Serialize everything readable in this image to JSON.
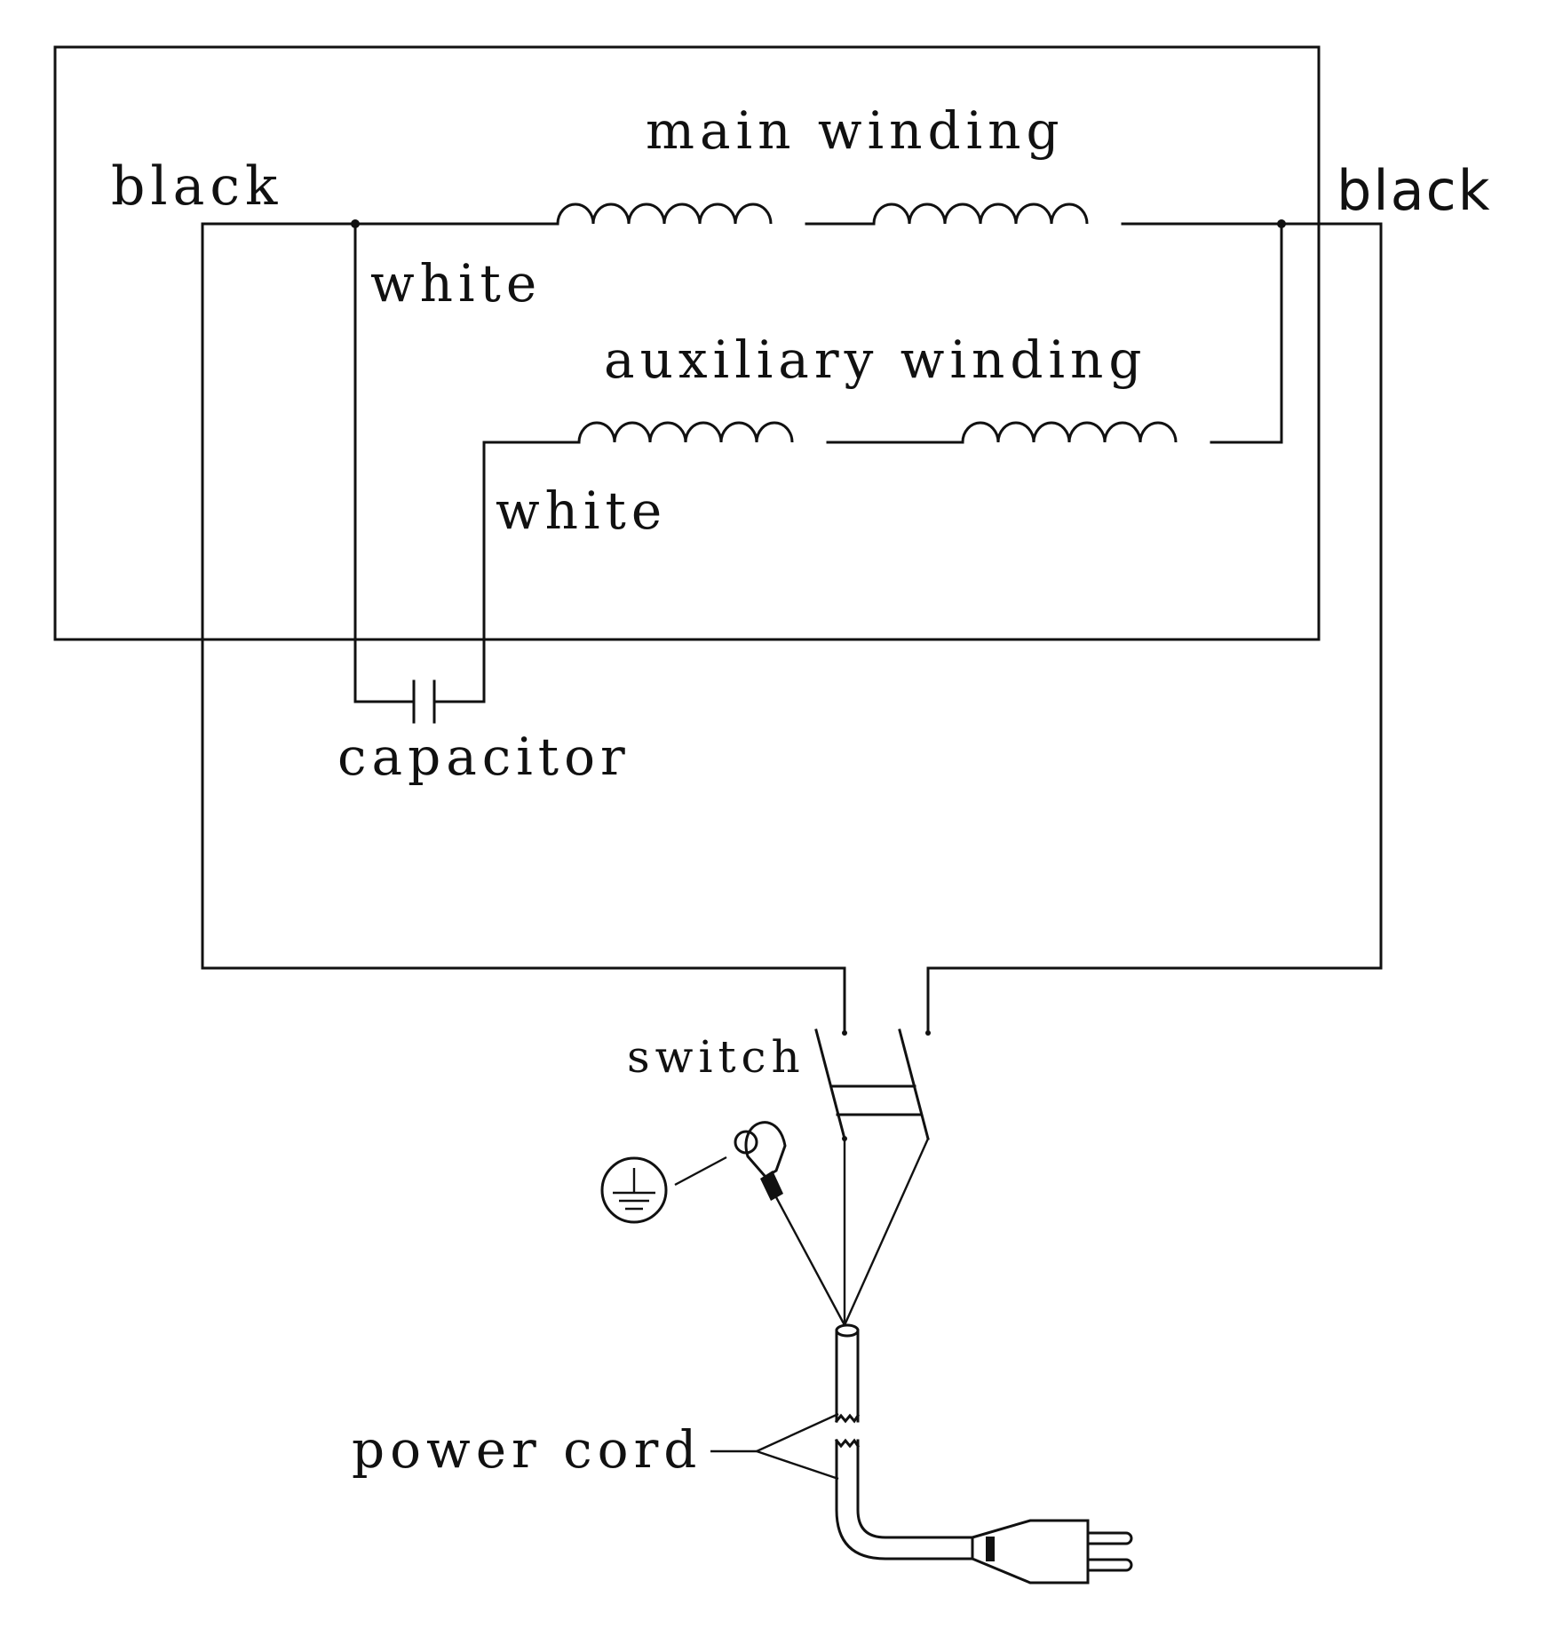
{
  "labels": {
    "black_left": "black",
    "black_right": "black",
    "main_winding": "main winding",
    "white_upper": "white",
    "auxiliary_winding": "auxiliary winding",
    "white_lower": "white",
    "capacitor": "capacitor",
    "switch": "switch",
    "power_cord": "power cord"
  },
  "icons": {
    "ground": "ground-icon",
    "plug": "plug-icon",
    "ring_terminal": "ring-terminal-icon"
  },
  "colors": {
    "line": "#111111",
    "background": "#ffffff"
  }
}
